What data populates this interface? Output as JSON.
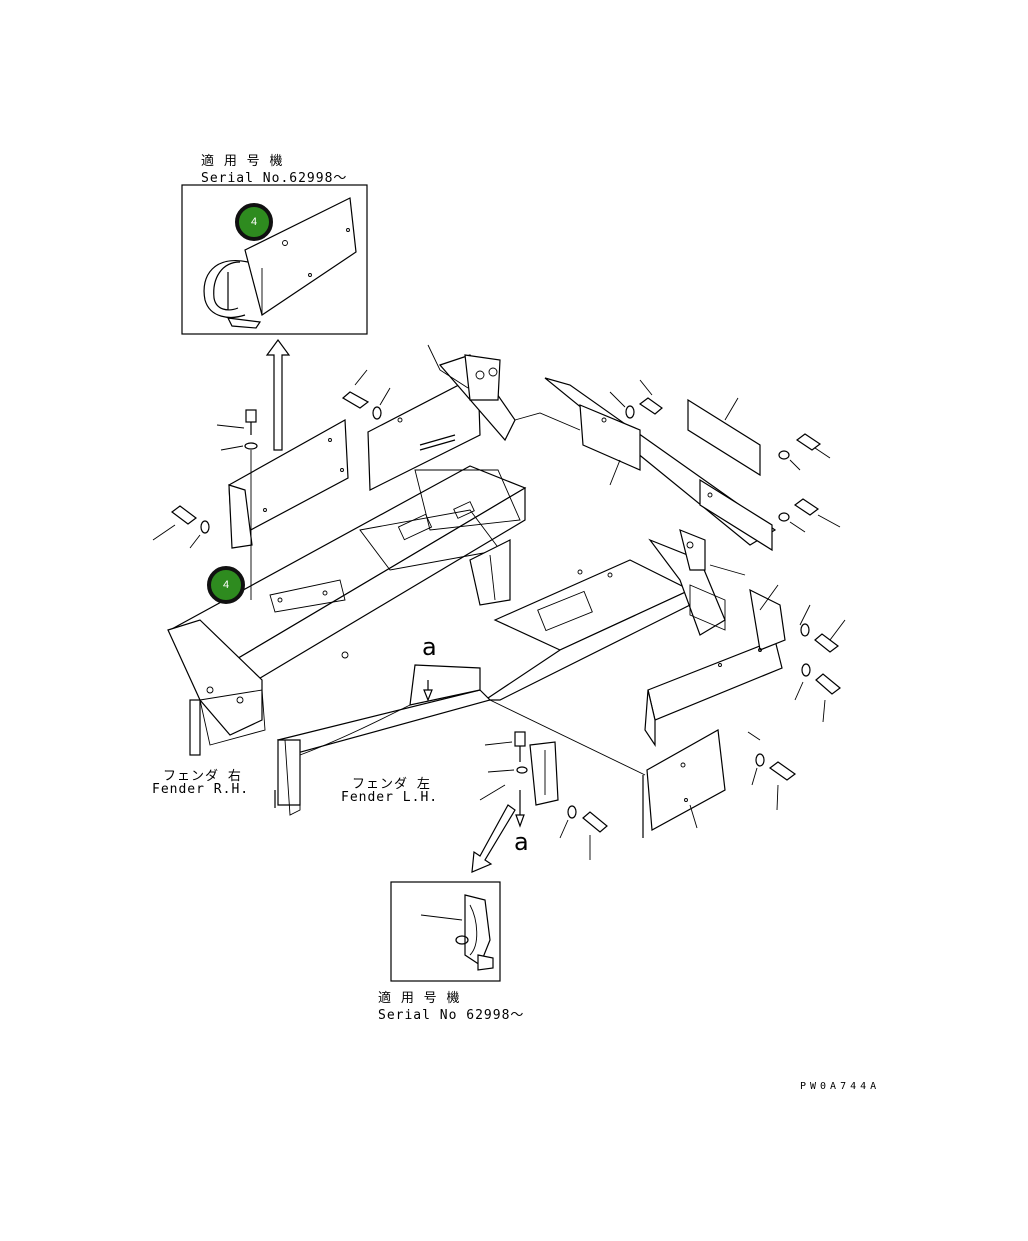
{
  "inset_top": {
    "applicable_label": "適 用 号 機",
    "serial_label": "Serial No.62998～",
    "callout": "4"
  },
  "main": {
    "callout": "4",
    "fender_rh_jp": "フェンダ 右",
    "fender_rh_en": "Fender R.H.",
    "fender_lh_jp": "フェンダ 左",
    "fender_lh_en": "Fender L.H.",
    "view_marker_top": "a",
    "view_marker_bottom": "a"
  },
  "inset_bottom": {
    "applicable_label": "適 用 号 機",
    "serial_label": "Serial No 62998～"
  },
  "drawing_code": "PW0A744A",
  "colors": {
    "callout_fill": "#2e8b1f",
    "line": "#000000"
  }
}
